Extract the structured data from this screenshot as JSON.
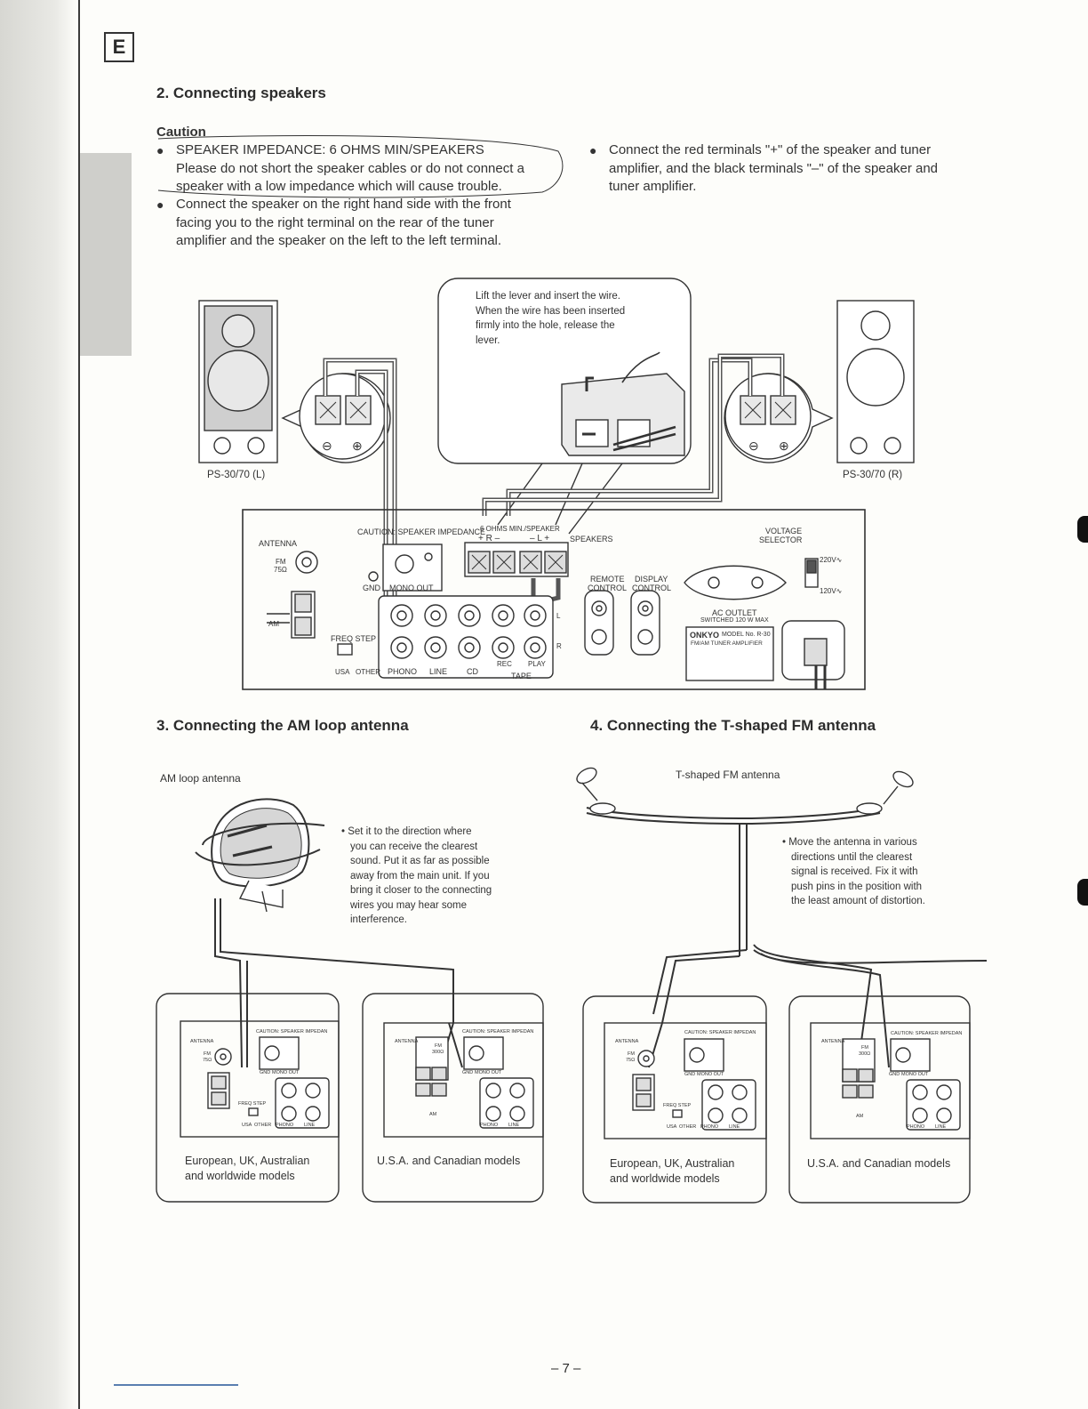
{
  "badge": "E",
  "section2": {
    "title": "2. Connecting speakers",
    "caution_heading": "Caution",
    "bullet1_line1": "SPEAKER IMPEDANCE: 6 OHMS MIN/SPEAKERS",
    "bullet1_line2": "Please do not short the speaker cables or do not connect a",
    "bullet1_line3": "speaker with a low impedance which will cause trouble.",
    "bullet2_line1": "Connect the speaker on the right hand side with the front",
    "bullet2_line2": "facing you to the right terminal on the rear of the tuner",
    "bullet2_line3": "amplifier and the speaker on the left to the left terminal.",
    "bullet3_line1": "Connect the red terminals \"+\" of the speaker and tuner",
    "bullet3_line2": "amplifier, and the black terminals \"–\" of the speaker and",
    "bullet3_line3": "tuner amplifier."
  },
  "diagram_speakers": {
    "callout_line1": "Lift the lever and insert the wire.",
    "callout_line2": "When the wire has been inserted",
    "callout_line3": "firmly into the hole, release the",
    "callout_line4": "lever.",
    "speaker_left": "PS-30/70 (L)",
    "speaker_right": "PS-30/70 (R)",
    "minus": "⊖",
    "plus": "⊕",
    "panel": {
      "caution": "CAUTION: SPEAKER IMPEDANCE",
      "ohms": "6 OHMS MIN./SPEAKER",
      "r_pol": "+ R –",
      "l_pol": "– L +",
      "speakers": "SPEAKERS",
      "voltage": "VOLTAGE",
      "selector": "SELECTOR",
      "v220": "220V∿",
      "v120": "120V∿",
      "antenna": "ANTENNA",
      "fm": "FM",
      "fm_ohm": "75Ω",
      "am": "AM",
      "gnd": "GND",
      "mono_out": "MONO OUT",
      "freq_step": "FREQ STEP",
      "usa": "USA",
      "other": "OTHER",
      "phono": "PHONO",
      "line": "LINE",
      "cd": "CD",
      "rec": "REC",
      "play": "PLAY",
      "tape": "TAPE",
      "l": "L",
      "r": "R",
      "remote": "REMOTE",
      "display": "DISPLAY",
      "control": "CONTROL",
      "ac_outlet": "AC OUTLET",
      "switched": "SWITCHED 120 W MAX",
      "brand": "ONKYO",
      "model": "MODEL No. R-30",
      "model_desc": "FM/AM TUNER AMPLIFIER"
    }
  },
  "section3": {
    "title": "3. Connecting the AM loop antenna",
    "antenna_label": "AM loop antenna",
    "note_line1": "• Set it to the direction where",
    "note_line2": "you can receive the clearest",
    "note_line3": "sound. Put it as far as possible",
    "note_line4": "away from the main unit. If you",
    "note_line5": "bring it closer to the connecting",
    "note_line6": "wires you may hear some",
    "note_line7": "interference."
  },
  "section4": {
    "title": "4. Connecting the T-shaped FM antenna",
    "antenna_label": "T-shaped FM antenna",
    "note_line1": "• Move the antenna in various",
    "note_line2": "directions until the clearest",
    "note_line3": "signal is received. Fix it with",
    "note_line4": "push pins in the position with",
    "note_line5": "the least amount of distortion."
  },
  "mini_panels": {
    "caution": "CAUTION: SPEAKER IMPEDAN",
    "antenna": "ANTENNA",
    "fm": "FM",
    "fm75": "75Ω",
    "fm300": "300Ω",
    "gnd": "GND",
    "mono_out": "MONO OUT",
    "freq_step": "FREQ STEP",
    "usa": "USA",
    "other": "OTHER",
    "phono": "PHONO",
    "line": "LINE",
    "am": "AM"
  },
  "captions": {
    "eu_line1": "European, UK, Australian",
    "eu_line2": "and worldwide models",
    "us": "U.S.A. and Canadian models"
  },
  "page_number": "– 7 –"
}
